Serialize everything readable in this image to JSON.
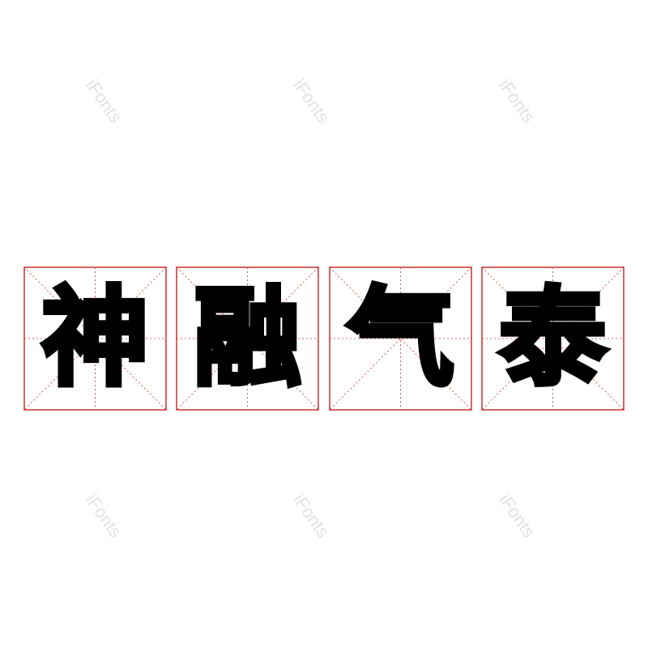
{
  "watermark_text": "iFonts",
  "colors": {
    "grid_red": "#c9302c",
    "glyph": "#000000",
    "watermark": "#e2e2e2"
  },
  "tiles": [
    {
      "char": "神"
    },
    {
      "char": "融"
    },
    {
      "char": "气"
    },
    {
      "char": "泰"
    }
  ]
}
